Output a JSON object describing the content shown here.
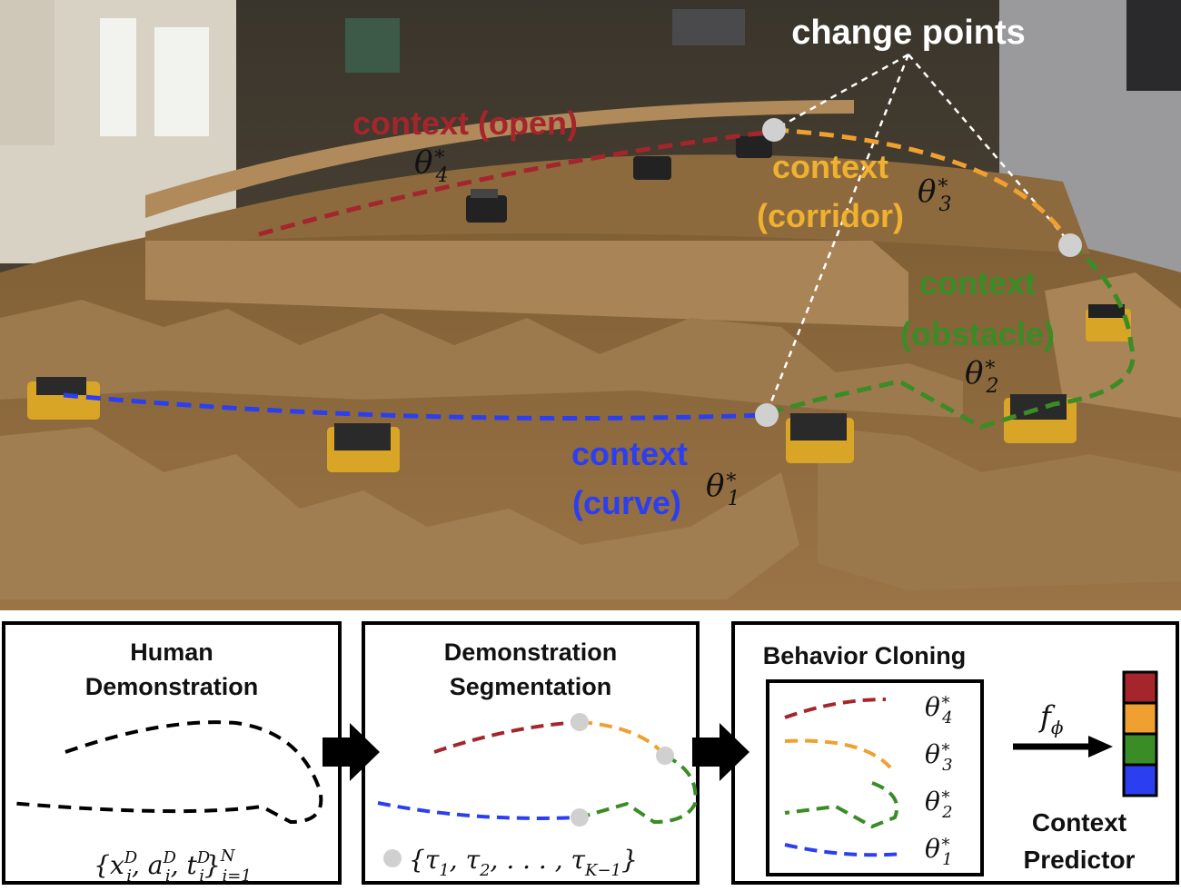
{
  "photo": {
    "labels": {
      "change_points": "change points",
      "open": "context (open)",
      "corridor_1": "context",
      "corridor_2": "(corridor)",
      "obstacle_1": "context",
      "obstacle_2": "(obstacle)",
      "curve_1": "context",
      "curve_2": "(curve)"
    },
    "thetas": {
      "t4": "θ4*",
      "t3": "θ3*",
      "t2": "θ2*",
      "t1": "θ1*"
    }
  },
  "panels": {
    "human": {
      "title_1": "Human",
      "title_2": "Demonstration",
      "formula": "{x_i^D, a_i^D, t_i^D}_{i=1}^N"
    },
    "segmentation": {
      "title_1": "Demonstration",
      "title_2": "Segmentation",
      "formula": "{τ1, τ2, . . . , τK−1}"
    },
    "behavior_cloning": {
      "title": "Behavior Cloning",
      "thetas": [
        "θ4*",
        "θ3*",
        "θ2*",
        "θ1*"
      ],
      "predictor_fn": "fϕ",
      "predictor_1": "Context",
      "predictor_2": "Predictor"
    }
  },
  "colors": {
    "open": "#a4262c",
    "corridor": "#f0a030",
    "obstacle": "#3a8c26",
    "curve": "#2b3ff0",
    "change_point": "#d0d0d0",
    "floor": "#8a6a3c",
    "cardboard": "#a98456"
  }
}
